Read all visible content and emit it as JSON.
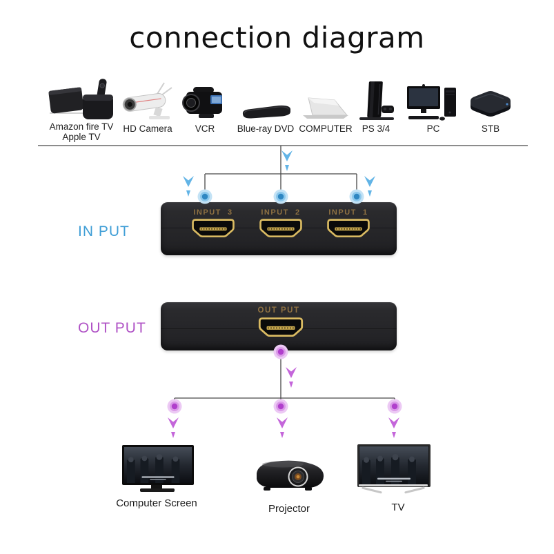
{
  "title": "connection diagram",
  "sources": [
    {
      "label": "Amazon fire TV",
      "label2": "Apple TV",
      "icon": "fire-tv-apple-tv-icon"
    },
    {
      "label": "HD Camera",
      "icon": "hd-camera-icon"
    },
    {
      "label": "VCR",
      "icon": "camcorder-icon"
    },
    {
      "label": "Blue-ray DVD",
      "icon": "bluray-player-icon"
    },
    {
      "label": "COMPUTER",
      "icon": "laptop-icon"
    },
    {
      "label": "PS 3/4",
      "icon": "game-console-icon"
    },
    {
      "label": "PC",
      "icon": "desktop-pc-icon"
    },
    {
      "label": "STB",
      "icon": "set-top-box-icon"
    }
  ],
  "input_panel": {
    "side_label": "IN PUT",
    "ports": [
      {
        "label": "INPUT  3"
      },
      {
        "label": "INPUT  2"
      },
      {
        "label": "INPUT  1"
      }
    ]
  },
  "output_panel": {
    "side_label": "OUT PUT",
    "port_label": "OUT PUT"
  },
  "sinks": [
    {
      "label": "Computer Screen",
      "icon": "computer-monitor-icon"
    },
    {
      "label": "Projector",
      "icon": "projector-icon"
    },
    {
      "label": "TV",
      "icon": "tv-icon"
    }
  ],
  "colors": {
    "input_accent": "#3f9ed6",
    "output_accent": "#b053c6",
    "wire": "#474747",
    "port_gold": "#d9ba62",
    "label_gold": "#8f7142",
    "device_body": "#28282a"
  }
}
